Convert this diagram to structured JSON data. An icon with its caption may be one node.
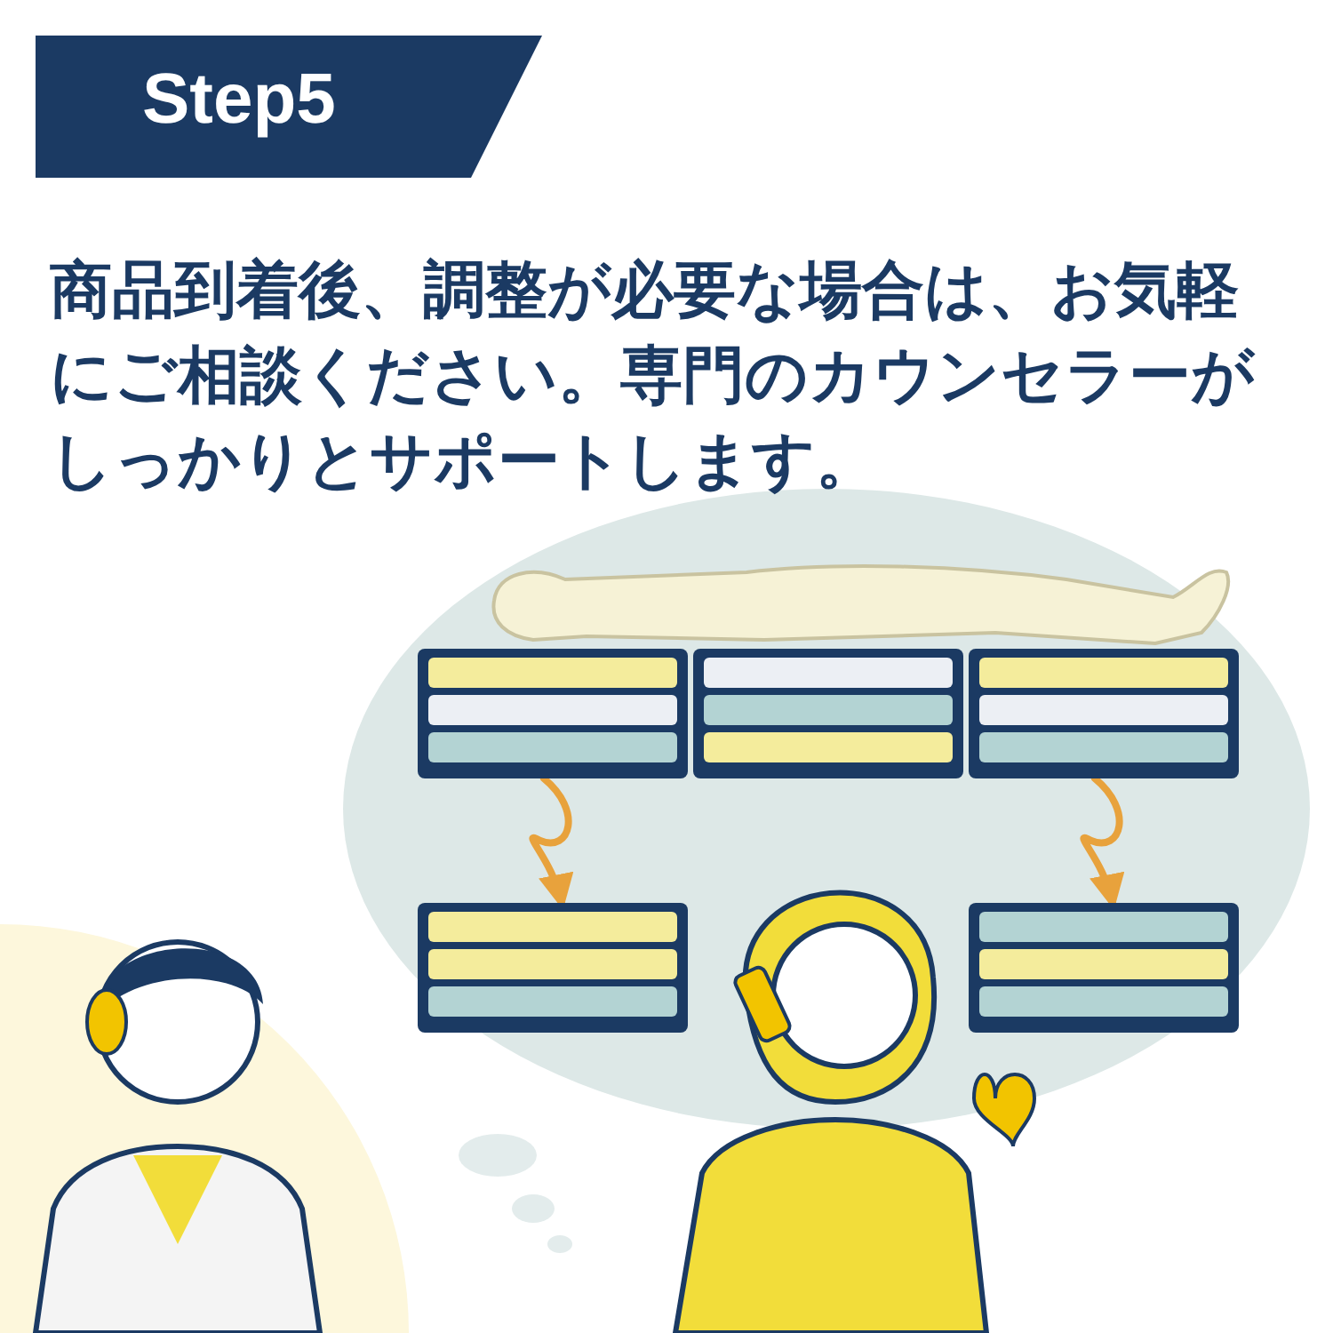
{
  "diagram": {
    "title": "Step5",
    "nodes": [
      {
        "text": [],
        "shape": "box"
      },
      {
        "text": [],
        "shape": "box"
      },
      {
        "text": [],
        "shape": "box"
      },
      {
        "text": [],
        "shape": "box"
      },
      {
        "text": [],
        "shape": "box"
      }
    ],
    "edges": [
      {
        "from": 0,
        "to": 3,
        "arrow": "to",
        "color": "#e8a23c"
      },
      {
        "from": 2,
        "to": 4,
        "arrow": "to",
        "color": "#e8a23c"
      }
    ],
    "labels": [
      "商品到着後、調整が必要な場合は、お気軽にご相談ください。専門のカウンセラーがしっかりとサポートします。"
    ]
  }
}
